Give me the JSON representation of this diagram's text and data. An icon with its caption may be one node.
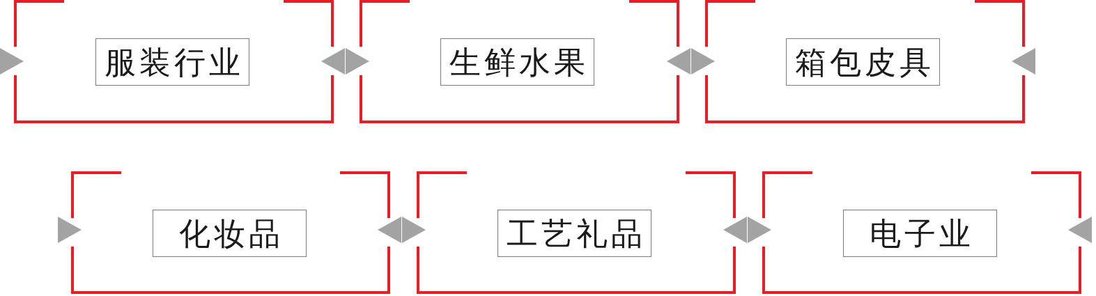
{
  "diagram": {
    "nodes": [
      {
        "text": [
          "服装行业"
        ]
      },
      {
        "text": [
          "生鲜水果"
        ]
      },
      {
        "text": [
          "箱包皮具"
        ]
      },
      {
        "text": [
          "化妆品"
        ]
      },
      {
        "text": [
          "工艺礼品"
        ]
      },
      {
        "text": [
          "电子业"
        ]
      }
    ]
  }
}
